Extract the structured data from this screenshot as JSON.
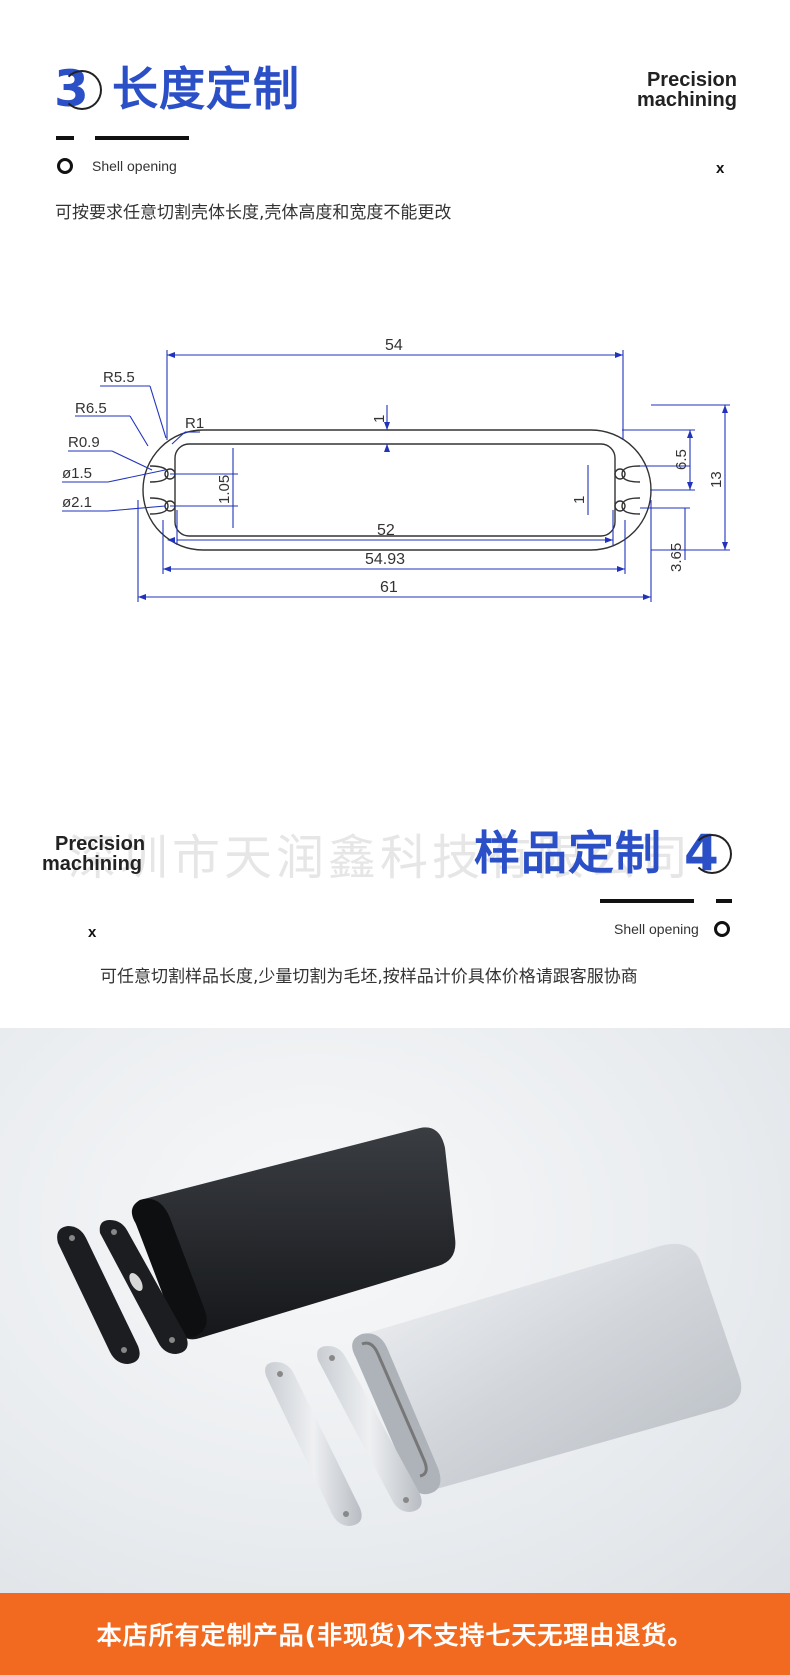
{
  "section3": {
    "number": "3",
    "title": "长度定制",
    "precision_line1": "Precision",
    "precision_line2": "machining",
    "shell_opening": "Shell opening",
    "x_mark": "x",
    "description": "可按要求任意切割壳体长度,壳体高度和宽度不能更改"
  },
  "drawing": {
    "dim_top_width": "54",
    "dim_wall_top": "1",
    "dim_inner_height": "1.05",
    "dim_wall_right": "1",
    "dim_right_half": "6.5",
    "dim_total_height": "13",
    "dim_slot": "3.65",
    "dim_inner_width": "52",
    "dim_outer_flat": "54.93",
    "dim_total_width": "61",
    "label_r55": "R5.5",
    "label_r65": "R6.5",
    "label_r09": "R0.9",
    "label_d15": "ø1.5",
    "label_d21": "ø2.1",
    "label_r1": "R1"
  },
  "watermark": "深圳市天润鑫科技有限公司",
  "section4": {
    "number": "4",
    "title": "样品定制",
    "precision_line1": "Precision",
    "precision_line2": "machining",
    "shell_opening": "Shell opening",
    "x_mark": "x",
    "description": "可任意切割样品长度,少量切割为毛坯,按样品计价具体价格请跟客服协商"
  },
  "footer": {
    "notice": "本店所有定制产品(非现货)不支持七天无理由退货。"
  },
  "colors": {
    "accent_blue": "#2a4fc6",
    "drawing_blue": "#2233bb",
    "footer_orange": "#f26a1f"
  }
}
